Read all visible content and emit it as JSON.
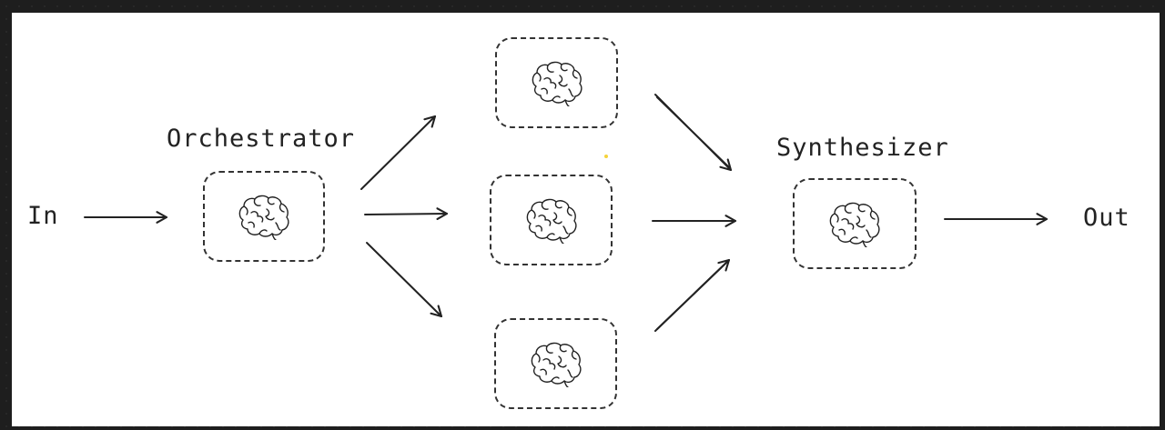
{
  "diagram": {
    "input_label": "In",
    "output_label": "Out",
    "orchestrator_label": "Orchestrator",
    "synthesizer_label": "Synthesizer",
    "nodes": [
      {
        "id": "orchestrator",
        "icon": "brain-icon"
      },
      {
        "id": "worker-1",
        "icon": "brain-icon"
      },
      {
        "id": "worker-2",
        "icon": "brain-icon"
      },
      {
        "id": "worker-3",
        "icon": "brain-icon"
      },
      {
        "id": "synthesizer",
        "icon": "brain-icon"
      }
    ],
    "edges": [
      [
        "in",
        "orchestrator"
      ],
      [
        "orchestrator",
        "worker-1"
      ],
      [
        "orchestrator",
        "worker-2"
      ],
      [
        "orchestrator",
        "worker-3"
      ],
      [
        "worker-1",
        "synthesizer"
      ],
      [
        "worker-2",
        "synthesizer"
      ],
      [
        "worker-3",
        "synthesizer"
      ],
      [
        "synthesizer",
        "out"
      ]
    ],
    "stroke_color": "#222222",
    "background_color": "#ffffff"
  }
}
